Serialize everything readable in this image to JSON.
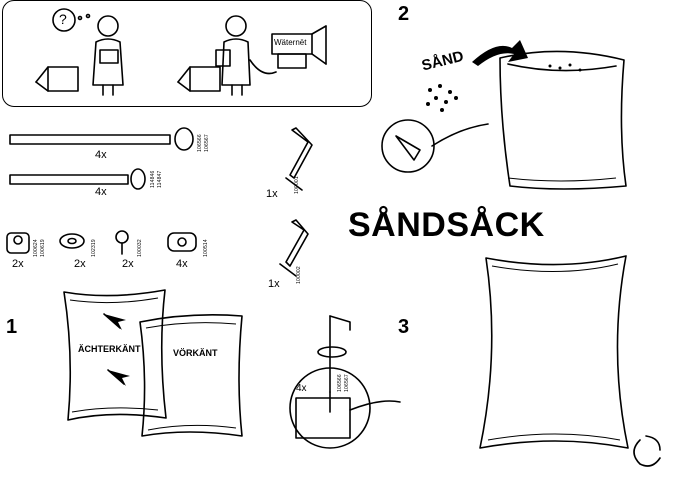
{
  "steps": [
    "1",
    "2",
    "3"
  ],
  "title": "SÅNDSÅCK",
  "intro": {
    "question": "?",
    "sign": "Wäternët"
  },
  "parts": [
    {
      "qty": "4x",
      "code_a": "106566",
      "code_b": "106567"
    },
    {
      "qty": "4x",
      "code_a": "114846",
      "code_b": "114847"
    },
    {
      "qty": "1x",
      "code": "100001"
    },
    {
      "qty": "2x",
      "code_a": "100624",
      "code_b": "100619"
    },
    {
      "qty": "2x",
      "code": "102319"
    },
    {
      "qty": "2x",
      "code": "100032"
    },
    {
      "qty": "4x",
      "code": "100514"
    },
    {
      "qty": "1x",
      "code": "100002"
    }
  ],
  "step1": {
    "back_label": "ÄCHTERKÄNT",
    "front_label": "VÖRKÄNT",
    "detail_qty": "4x",
    "detail_code_a": "106566",
    "detail_code_b": "106567"
  },
  "step2": {
    "sand_label": "SÅND"
  },
  "colors": {
    "ink": "#000000",
    "paper": "#ffffff"
  }
}
